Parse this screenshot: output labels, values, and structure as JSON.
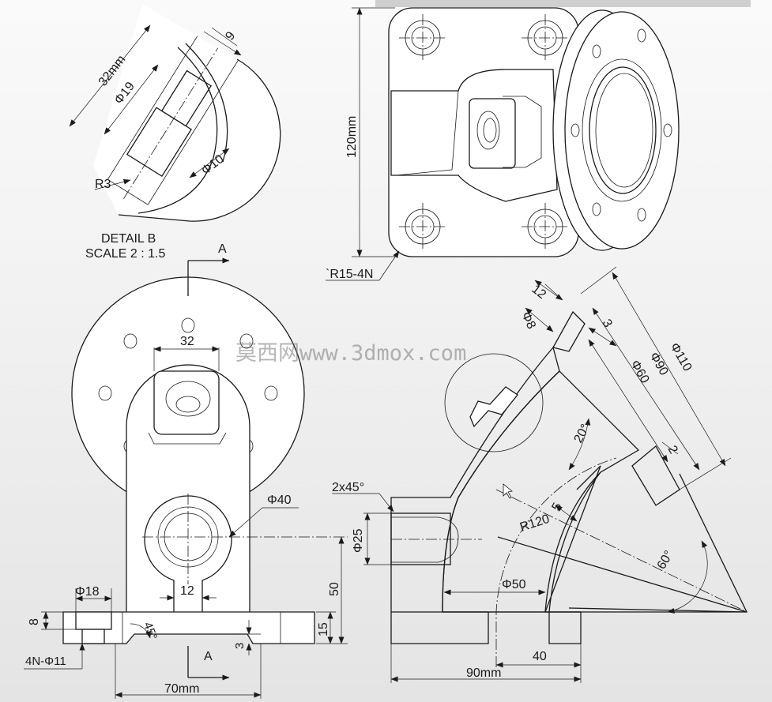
{
  "detail": {
    "title": "DETAIL B",
    "scale": "SCALE 2 : 1.5",
    "dim_length": "32mm",
    "dim_depth": "9",
    "dim_d19": "Φ19",
    "dim_d10": "Φ10",
    "dim_r3": "R3"
  },
  "top_view": {
    "dim_height": "120mm",
    "note_fillet": "`R15-4N"
  },
  "front_view": {
    "section_mark_top": "A",
    "section_mark_bottom": "A",
    "dim_boss_width": "32",
    "dim_bore": "Φ40",
    "dim_slot": "12",
    "dim_center_height": "50",
    "dim_base_height": "15",
    "dim_counterbore_dia": "Φ18",
    "dim_counterbore_depth": "8",
    "dim_holes": "4N-Φ11",
    "dim_chamfer_angle": "45°",
    "dim_recess": "3",
    "dim_base_width": "70mm"
  },
  "section_view": {
    "dim_chamfer": "2x45°",
    "dim_inlet_dia": "Φ25",
    "dim_flange_thk": "12",
    "dim_flange_hole": "Φ8",
    "dim_gap": "3",
    "dim_d110": "Φ110",
    "dim_d90": "Φ90",
    "dim_d60": "Φ60",
    "dim_angle_small": "20°",
    "dim_step": "2",
    "dim_wall": "5",
    "dim_radius": "R120",
    "dim_angle_large": "60°",
    "dim_pipe_dia": "Φ50",
    "dim_offset": "40",
    "dim_total_width": "90mm"
  },
  "watermark": "莫西网www.3dmox.com",
  "colors": {
    "line": "#1a1a1a",
    "paper": "#ffffff",
    "watermark": "#7a7a7a"
  }
}
